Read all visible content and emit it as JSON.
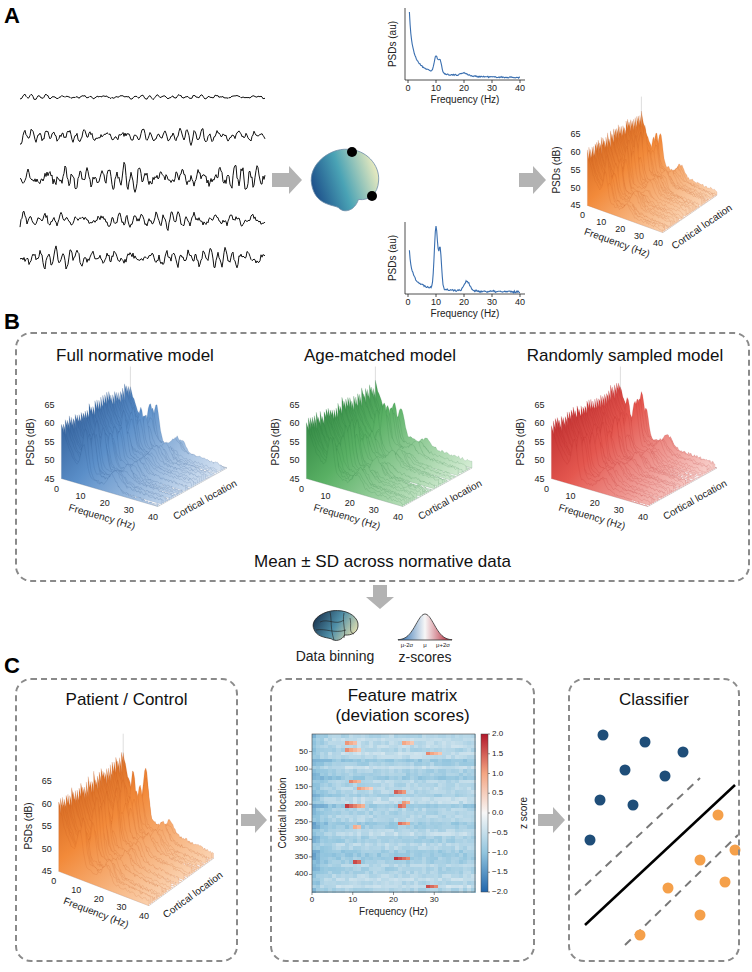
{
  "diagram": {
    "nodes": [
      {
        "text": [
          "Mean ± SD across normative data"
        ]
      },
      {
        "text": [
          "Full normative model"
        ],
        "in": 0
      },
      {
        "text": [
          "Age-matched model"
        ],
        "in": 0
      },
      {
        "text": [
          "Randomly sampled model"
        ],
        "in": 0
      },
      {
        "text": [
          "Patient / Control"
        ]
      },
      {
        "text": [
          "Feature matrix (deviation scores)"
        ]
      },
      {
        "text": [
          "Classifier"
        ]
      }
    ],
    "edges": [
      {
        "from": 4,
        "to": 5,
        "arrow": "to"
      },
      {
        "from": 5,
        "to": 6,
        "arrow": "to"
      }
    ],
    "labels": [
      "A",
      "PSDs (au)",
      "0",
      "10",
      "20",
      "30",
      "40",
      "Frequency (Hz)",
      "PSDs (au)",
      "0",
      "10",
      "20",
      "30",
      "40",
      "Frequency (Hz)",
      "65",
      "60",
      "55",
      "50",
      "45",
      "PSDs (dB)",
      "0",
      "10",
      "20",
      "30",
      "40",
      "Frequency (Hz)",
      "Cortical location",
      "B",
      "65",
      "60",
      "55",
      "50",
      "45",
      "PSDs (dB)",
      "0",
      "10",
      "20",
      "30",
      "40",
      "Frequency (Hz)",
      "Cortical location",
      "65",
      "60",
      "55",
      "50",
      "45",
      "PSDs (dB)",
      "0",
      "10",
      "20",
      "30",
      "40",
      "Frequency (Hz)",
      "Cortical location",
      "65",
      "60",
      "55",
      "50",
      "45",
      "PSDs (dB)",
      "0",
      "10",
      "20",
      "30",
      "40",
      "Frequency (Hz)",
      "Cortical location",
      "Data binning",
      "μ-2σ",
      "μ",
      "μ+2σ",
      "z-scores",
      "C",
      "65",
      "60",
      "55",
      "50",
      "45",
      "PSDs (dB)",
      "0",
      "10",
      "20",
      "30",
      "40",
      "Frequency (Hz)",
      "Cortical location",
      "50",
      "100",
      "150",
      "200",
      "250",
      "300",
      "350",
      "400",
      "0",
      "10",
      "20",
      "30",
      "Cortical location",
      "Frequency (Hz)",
      "2.0",
      "1.5",
      "1.0",
      "0.5",
      "0.0",
      "−0.5",
      "−1.0",
      "−1.5",
      "−2.0",
      "z score"
    ]
  }
}
